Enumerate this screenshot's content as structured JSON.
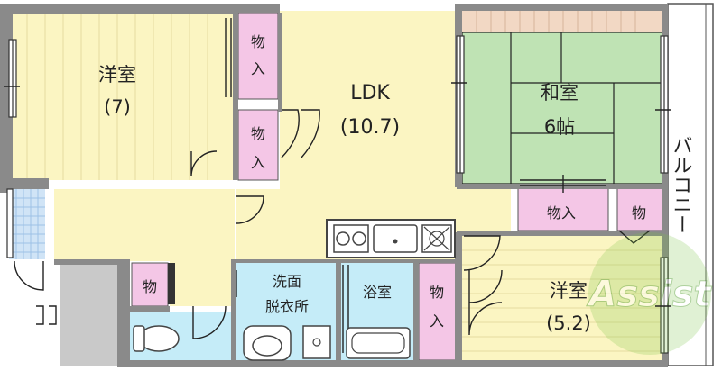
{
  "rooms": {
    "western_room_1": {
      "name": "洋室",
      "size": "(7)"
    },
    "ldk": {
      "name": "LDK",
      "size": "(10.7)"
    },
    "japanese_room": {
      "name": "和室",
      "size": "6帖"
    },
    "western_room_2": {
      "name": "洋室",
      "size": "(5.2)"
    },
    "balcony": {
      "name": "バルコニー"
    },
    "washroom": {
      "line1": "洗面",
      "line2": "脱衣所"
    },
    "bathroom": {
      "name": "浴室"
    }
  },
  "storage": {
    "closet_top_1": "物",
    "closet_top_2": "入",
    "closet_mid_1": "物",
    "closet_mid_2": "入",
    "closet_japanese": "物入",
    "closet_small_right": "物",
    "closet_entrance": "物",
    "closet_bath_1": "物",
    "closet_bath_2": "入"
  },
  "watermark": "Assist",
  "colors": {
    "wall": "#8a8a8a",
    "western_room": "#fbf5c2",
    "ldk": "#fbf5c2",
    "japanese_room": "#bfe3b4",
    "storage": "#f4c6e6",
    "wet_area": "#c5ecf8",
    "balcony": "#ffffff",
    "watermark": "#7ac143"
  }
}
